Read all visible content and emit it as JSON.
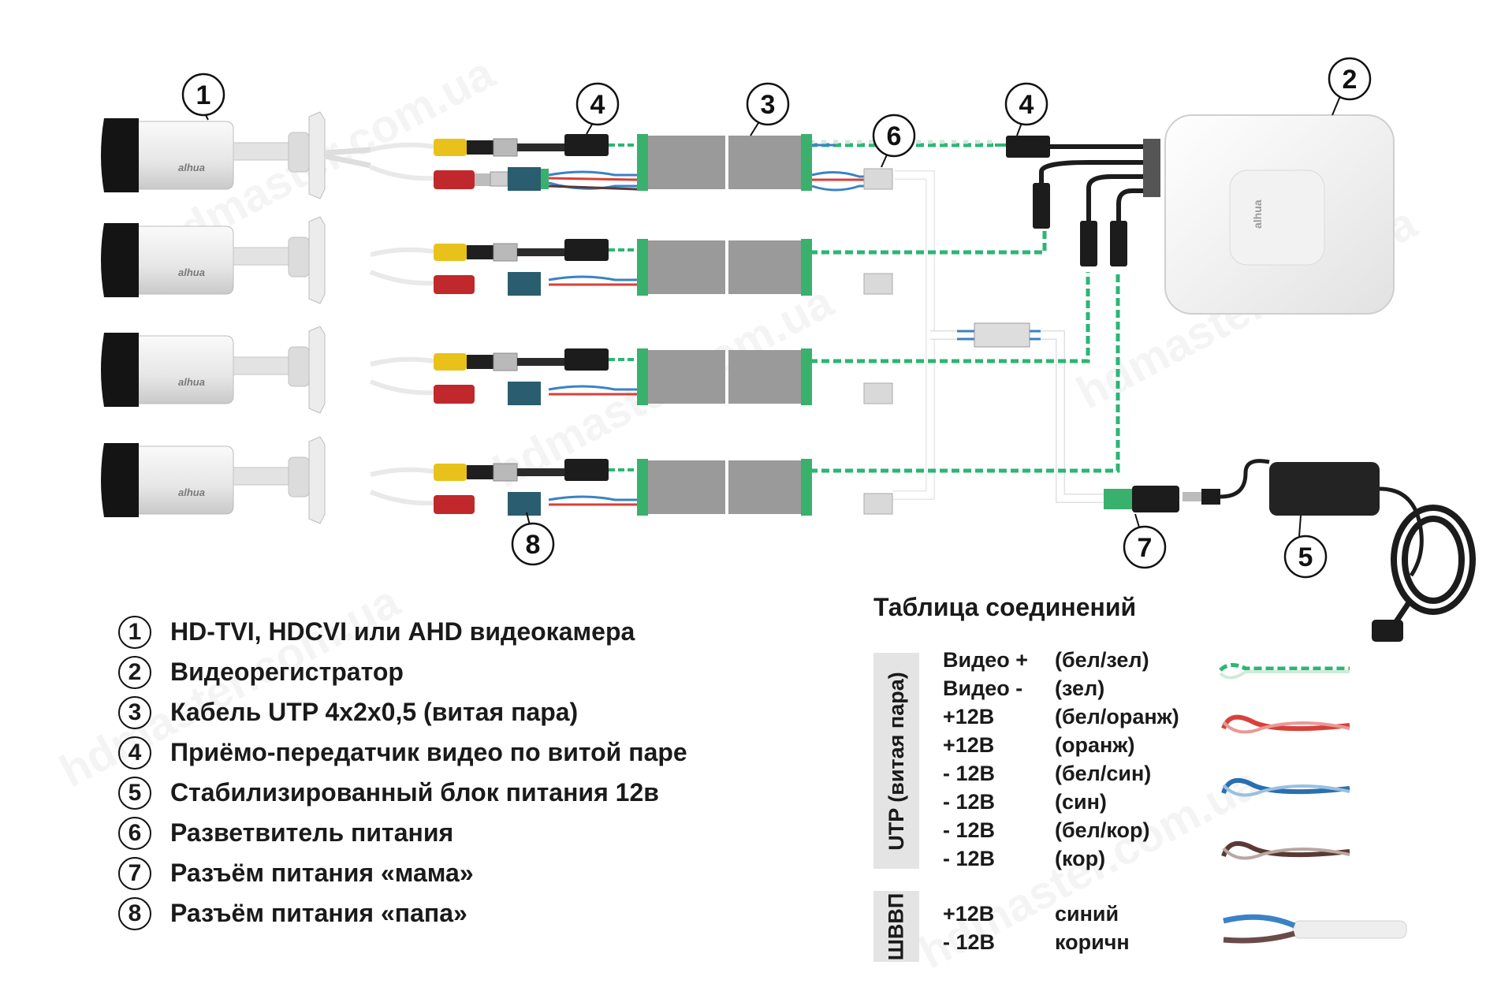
{
  "callouts": [
    "1",
    "2",
    "3",
    "4",
    "5",
    "6",
    "7",
    "8"
  ],
  "brand_text": "alhua",
  "legend": [
    {
      "num": "1",
      "text": "HD-TVI, HDCVI или AHD видеокамера"
    },
    {
      "num": "2",
      "text": "Видеорегистратор"
    },
    {
      "num": "3",
      "text": "Кабель UTP 4x2x0,5 (витая пара)"
    },
    {
      "num": "4",
      "text": "Приёмо-передатчик видео по витой паре"
    },
    {
      "num": "5",
      "text": "Стабилизированный блок питания 12в"
    },
    {
      "num": "6",
      "text": "Разветвитель питания"
    },
    {
      "num": "7",
      "text": "Разъём питания «мама»"
    },
    {
      "num": "8",
      "text": "Разъём питания «папа»"
    }
  ],
  "connection_table": {
    "title": "Таблица соединений",
    "utp_label": "UTP (витая пара)",
    "shvvp_label": "ШВВП",
    "utp_rows": [
      {
        "signal": "Видео +",
        "wire": "(бел/зел)"
      },
      {
        "signal": "Видео -",
        "wire": "(зел)"
      },
      {
        "signal": "+12В",
        "wire": "(бел/оранж)"
      },
      {
        "signal": "+12В",
        "wire": "(оранж)"
      },
      {
        "signal": "- 12В",
        "wire": "(бел/син)"
      },
      {
        "signal": "- 12В",
        "wire": "(син)"
      },
      {
        "signal": "- 12В",
        "wire": "(бел/кор)"
      },
      {
        "signal": "- 12В",
        "wire": "(кор)"
      }
    ],
    "shvvp_rows": [
      {
        "signal": "+12В",
        "wire": "синий"
      },
      {
        "signal": "- 12В",
        "wire": "коричн"
      }
    ]
  },
  "colors": {
    "green_pair": "#2bb673",
    "orange_pair": "#d8403a",
    "blue_pair": "#2a6fb0",
    "brown_pair": "#5a3a35",
    "power_blue": "#3b82c4",
    "power_brown": "#6b4a4a",
    "bnc_yellow": "#e8c21a",
    "dc_red": "#c0282b",
    "terminal_teal": "#2a5d70",
    "balun_black": "#1c1c1c"
  },
  "watermark": "hdmaster.com.ua"
}
